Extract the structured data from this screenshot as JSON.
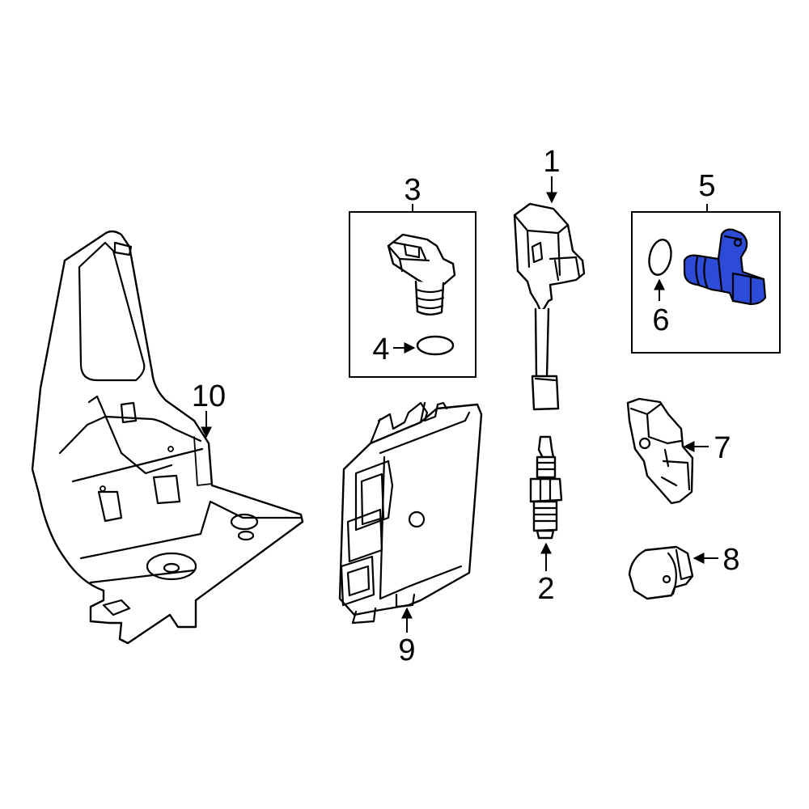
{
  "highlight_color": "#2c4bd6",
  "callouts": [
    {
      "id": "1",
      "label": "1"
    },
    {
      "id": "2",
      "label": "2"
    },
    {
      "id": "3",
      "label": "3"
    },
    {
      "id": "4",
      "label": "4"
    },
    {
      "id": "5",
      "label": "5"
    },
    {
      "id": "6",
      "label": "6"
    },
    {
      "id": "7",
      "label": "7"
    },
    {
      "id": "8",
      "label": "8"
    },
    {
      "id": "9",
      "label": "9"
    },
    {
      "id": "10",
      "label": "10"
    }
  ],
  "parts": [
    {
      "callout": "1",
      "depiction": "ignition-coil"
    },
    {
      "callout": "2",
      "depiction": "spark-plug"
    },
    {
      "callout": "3",
      "depiction": "camshaft-position-sensor-kit"
    },
    {
      "callout": "4",
      "depiction": "o-ring"
    },
    {
      "callout": "5",
      "depiction": "camshaft-position-sensor-kit",
      "highlighted": true
    },
    {
      "callout": "6",
      "depiction": "o-ring"
    },
    {
      "callout": "7",
      "depiction": "crankshaft-position-sensor"
    },
    {
      "callout": "8",
      "depiction": "knock-sensor"
    },
    {
      "callout": "9",
      "depiction": "engine-control-module"
    },
    {
      "callout": "10",
      "depiction": "ecm-bracket"
    }
  ]
}
